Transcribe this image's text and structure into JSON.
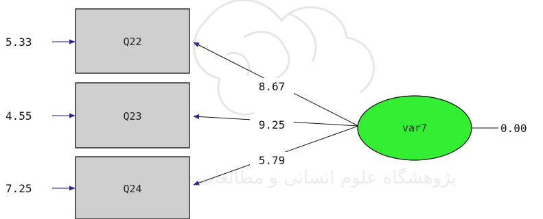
{
  "latent": {
    "label": "var7",
    "error_variance": "0.00",
    "fill": "#33ee33"
  },
  "indicators": [
    {
      "label": "Q22",
      "loading": "8.67",
      "error_variance": "5.33"
    },
    {
      "label": "Q23",
      "loading": "9.25",
      "error_variance": "4.55"
    },
    {
      "label": "Q24",
      "loading": "5.79",
      "error_variance": "7.25"
    }
  ],
  "watermark": {
    "text": "پژوهشگاه علوم انسانی و مطالعات فرهنگی"
  }
}
